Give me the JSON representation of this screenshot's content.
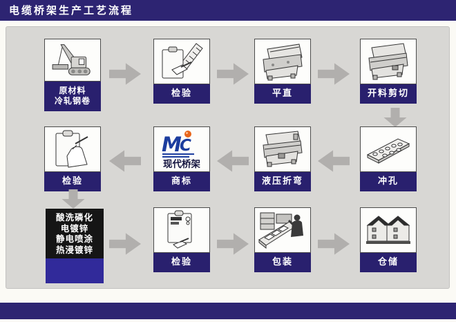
{
  "header": {
    "title": "电缆桥架生产工艺流程"
  },
  "colors": {
    "navy_bar": "#2d2472",
    "label_navy": "#29206e",
    "surface_navy": "#312a9a",
    "panel_gray": "#d8d7d4",
    "arrow_gray": "#b1afad",
    "black_box": "#151515",
    "logo_blue": "#1c3d9e",
    "logo_orange": "#e8651a"
  },
  "icons": [
    "crane-icon",
    "clipboard-ruler-icon",
    "flattening-machine-icon",
    "shearing-machine-icon",
    "punched-strip-icon",
    "press-brake-icon",
    "brand-logo-icon",
    "clipboard-hand-icon",
    "clipboard-pen-icon",
    "packing-line-icon",
    "warehouse-icon",
    "arrow-right-icon",
    "arrow-left-icon",
    "arrow-down-icon"
  ],
  "nodes": {
    "raw_material": {
      "label_line1": "原材料",
      "label_line2": "冷轧钢卷"
    },
    "inspect1": {
      "label": "检验"
    },
    "flatten": {
      "label": "平直"
    },
    "shear": {
      "label": "开料剪切"
    },
    "punch": {
      "label": "冲孔"
    },
    "bend": {
      "label": "液压折弯"
    },
    "brand": {
      "label": "商标",
      "logo_text": "现代桥架"
    },
    "inspect2": {
      "label": "检验"
    },
    "surface": {
      "lines": [
        "酸洗磷化",
        "电镀锌",
        "静电喷涂",
        "热浸镀锌"
      ]
    },
    "inspect3": {
      "label": "检验"
    },
    "pack": {
      "label": "包装"
    },
    "store": {
      "label": "仓储"
    }
  }
}
